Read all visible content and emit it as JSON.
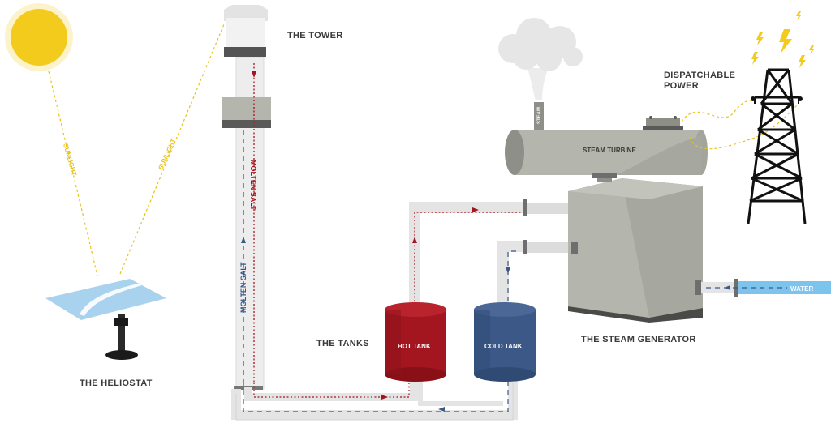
{
  "labels": {
    "tower": "THE TOWER",
    "heliostat": "THE  HELIOSTAT",
    "tanks": "THE TANKS",
    "hot_tank": "HOT TANK",
    "cold_tank": "COLD TANK",
    "steam_turbine": "STEAM TURBINE",
    "steam": "STEAM",
    "steam_generator": "THE STEAM GENERATOR",
    "dispatchable_line1": "DISPATCHABLE",
    "dispatchable_line2": "POWER",
    "water": "WATER",
    "sunlight_left": "SUNLIGHT",
    "sunlight_right": "SUNLIGHT",
    "molten_salt_hot": "MOLTEN SALT",
    "molten_salt_cold": "MOLTEN SALT"
  },
  "colors": {
    "sun": "#f2cb1d",
    "sunlight": "#e8c21a",
    "hot": "#a3161f",
    "cold": "#3b5886",
    "water": "#7cc4ee",
    "pipe": "#e4e4e4",
    "machinery": "#b4b5ad",
    "machinery_dark": "#5a5a58",
    "text": "#3a3a3a",
    "mirror": "#a9d2ef"
  }
}
